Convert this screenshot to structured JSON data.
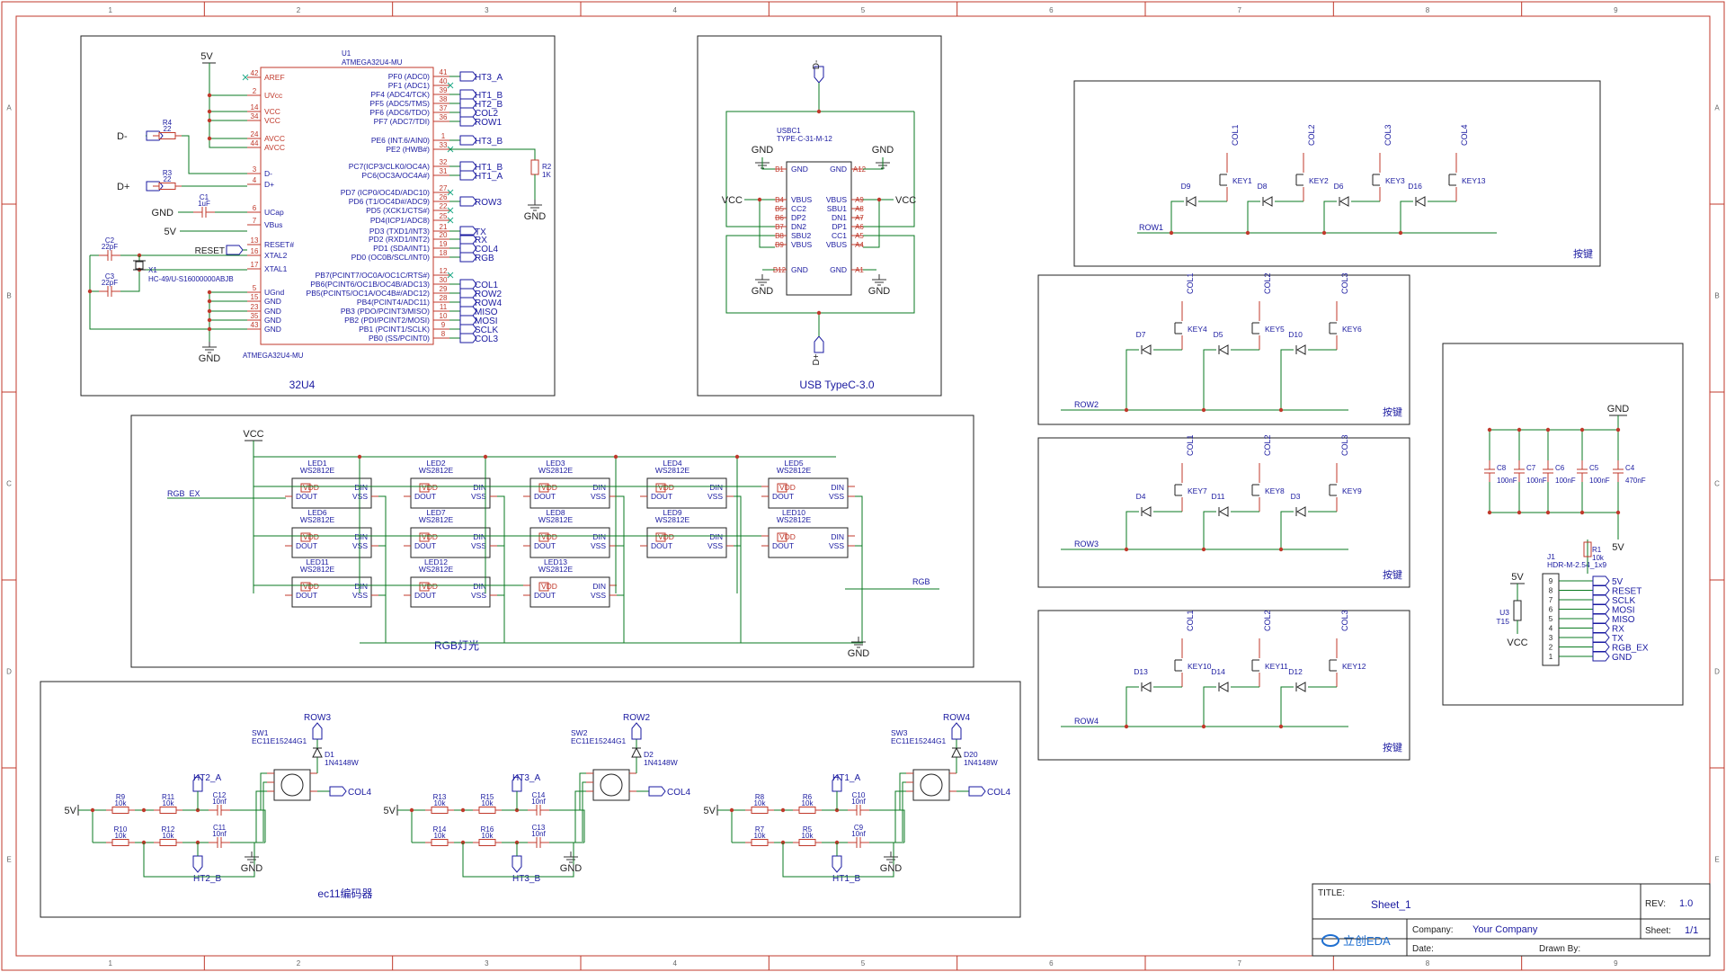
{
  "frame": {
    "cols": [
      "1",
      "2",
      "3",
      "4",
      "5",
      "6",
      "7",
      "8",
      "9"
    ],
    "rows": [
      "A",
      "B",
      "C",
      "D",
      "E"
    ]
  },
  "blocks": {
    "mcu": "32U4",
    "usb": "USB TypeC-3.0",
    "rgb": "RGB灯光",
    "enc": "ec11编码器",
    "keys": "按键"
  },
  "mcu": {
    "ref": "U1",
    "part": "ATMEGA32U4-MU",
    "left_pins": [
      {
        "num": "42",
        "name": "AREF"
      },
      {
        "num": "2",
        "name": "UVcc"
      },
      {
        "num": "14",
        "name": "VCC"
      },
      {
        "num": "34",
        "name": "VCC"
      },
      {
        "num": "24",
        "name": "AVCC"
      },
      {
        "num": "44",
        "name": "AVCC"
      },
      {
        "num": "3",
        "name": "D-"
      },
      {
        "num": "4",
        "name": "D+"
      },
      {
        "num": "6",
        "name": "UCap"
      },
      {
        "num": "7",
        "name": "VBus"
      },
      {
        "num": "13",
        "name": "RESET#"
      },
      {
        "num": "16",
        "name": "XTAL2"
      },
      {
        "num": "17",
        "name": "XTAL1"
      },
      {
        "num": "5",
        "name": "UGnd"
      },
      {
        "num": "15",
        "name": "GND"
      },
      {
        "num": "23",
        "name": "GND"
      },
      {
        "num": "35",
        "name": "GND"
      },
      {
        "num": "43",
        "name": "GND"
      }
    ],
    "right_pins": [
      {
        "num": "41",
        "name": "PF0 (ADC0)",
        "net": "HT3_A"
      },
      {
        "num": "40",
        "name": "PF1 (ADC1)",
        "net": ""
      },
      {
        "num": "39",
        "name": "PF4 (ADC4/TCK)",
        "net": "HT1_B"
      },
      {
        "num": "38",
        "name": "PF5 (ADC5/TMS)",
        "net": "HT2_B"
      },
      {
        "num": "37",
        "name": "PF6 (ADC6/TDO)",
        "net": "COL2"
      },
      {
        "num": "36",
        "name": "PF7 (ADC7/TDI)",
        "net": "ROW1"
      },
      {
        "num": "1",
        "name": "PE6 (INT.6/AIN0)",
        "net": "HT3_B"
      },
      {
        "num": "33",
        "name": "PE2 (HWB#)",
        "net": ""
      },
      {
        "num": "32",
        "name": "PC7(ICP3/CLK0/OC4A)",
        "net": "HT1_B"
      },
      {
        "num": "31",
        "name": "PC6(OC3A/OC4A#)",
        "net": "HT1_A"
      },
      {
        "num": "27",
        "name": "PD7 (ICP0/OC4D/ADC10)",
        "net": ""
      },
      {
        "num": "26",
        "name": "PD6 (T1/OC4D#/ADC9)",
        "net": "ROW3"
      },
      {
        "num": "22",
        "name": "PD5 (XCK1/CTS#)",
        "net": ""
      },
      {
        "num": "25",
        "name": "PD4(ICP1/ADC8)",
        "net": ""
      },
      {
        "num": "21",
        "name": "PD3 (TXD1/INT3)",
        "net": "TX"
      },
      {
        "num": "20",
        "name": "PD2 (RXD1/INT2)",
        "net": "RX"
      },
      {
        "num": "19",
        "name": "PD1 (SDA/INT1)",
        "net": "COL4"
      },
      {
        "num": "18",
        "name": "PD0 (OC0B/SCL/INT0)",
        "net": "RGB"
      },
      {
        "num": "12",
        "name": "PB7(PCINT7/OC0A/OC1C/RTS#)",
        "net": ""
      },
      {
        "num": "30",
        "name": "PB6(PCINT6/OC1B/OC4B/ADC13)",
        "net": "COL1"
      },
      {
        "num": "29",
        "name": "PB5(PCINT5/OC1A/OC4B#/ADC12)",
        "net": "ROW2"
      },
      {
        "num": "28",
        "name": "PB4(PCINT4/ADC11)",
        "net": "ROW4"
      },
      {
        "num": "11",
        "name": "PB3 (PDO/PCINT3/MISO)",
        "net": "MISO"
      },
      {
        "num": "10",
        "name": "PB2 (PDI/PCINT2/MOSI)",
        "net": "MOSI"
      },
      {
        "num": "9",
        "name": "PB1 (PCINT1/SCLK)",
        "net": "SCLK"
      },
      {
        "num": "8",
        "name": "PB0 (SS/PCINT0)",
        "net": "COL3"
      }
    ],
    "r4": {
      "ref": "R4",
      "val": "22"
    },
    "r3": {
      "ref": "R3",
      "val": "22"
    },
    "r2": {
      "ref": "R2",
      "val": "1K"
    },
    "c1": {
      "ref": "C1",
      "val": "1uF"
    },
    "c2": {
      "ref": "C2",
      "val": "22pF"
    },
    "c3": {
      "ref": "C3",
      "val": "22pF"
    },
    "x1": {
      "ref": "X1",
      "val": "HC-49/U-S16000000ABJB"
    },
    "net_5v": "5V",
    "net_gnd": "GND",
    "net_dm": "D-",
    "net_dp": "D+",
    "net_reset": "RESET"
  },
  "usb": {
    "ref": "USBC1",
    "part": "TYPE-C-31-M-12",
    "left_pins": [
      {
        "num": "B1",
        "name": "GND"
      },
      {
        "num": "B4",
        "name": "VBUS"
      },
      {
        "num": "B5",
        "name": "CC2"
      },
      {
        "num": "B6",
        "name": "DP2"
      },
      {
        "num": "B7",
        "name": "DN2"
      },
      {
        "num": "B8",
        "name": "SBU2"
      },
      {
        "num": "B9",
        "name": "VBUS"
      },
      {
        "num": "B12",
        "name": "GND"
      }
    ],
    "right_pins": [
      {
        "num": "A12",
        "name": "GND"
      },
      {
        "num": "A9",
        "name": "VBUS"
      },
      {
        "num": "A8",
        "name": "SBU1"
      },
      {
        "num": "A7",
        "name": "DN1"
      },
      {
        "num": "A6",
        "name": "DP1"
      },
      {
        "num": "A5",
        "name": "CC1"
      },
      {
        "num": "A4",
        "name": "VBUS"
      },
      {
        "num": "A1",
        "name": "GND"
      }
    ],
    "net_dm": "D-",
    "net_dp": "D+",
    "net_vcc": "VCC",
    "net_gnd": "GND"
  },
  "leds": {
    "part": "WS2812E",
    "net_vcc": "VCC",
    "net_in": "RGB_EX",
    "net_out": "RGB",
    "net_gnd": "GND",
    "pin_vdd": "VDD",
    "pin_dout": "DOUT",
    "pin_din": "DIN",
    "pin_vss": "VSS",
    "items": [
      {
        "ref": "LED1"
      },
      {
        "ref": "LED2"
      },
      {
        "ref": "LED3"
      },
      {
        "ref": "LED4"
      },
      {
        "ref": "LED5"
      },
      {
        "ref": "LED6"
      },
      {
        "ref": "LED7"
      },
      {
        "ref": "LED8"
      },
      {
        "ref": "LED9"
      },
      {
        "ref": "LED10"
      },
      {
        "ref": "LED11"
      },
      {
        "ref": "LED12"
      },
      {
        "ref": "LED13"
      }
    ]
  },
  "keys": {
    "rows": [
      {
        "net": "ROW1",
        "items": [
          {
            "key": "KEY1",
            "diode": "D9",
            "col": "COL1"
          },
          {
            "key": "KEY2",
            "diode": "D8",
            "col": "COL2"
          },
          {
            "key": "KEY3",
            "diode": "D6",
            "col": "COL3"
          },
          {
            "key": "KEY13",
            "diode": "D16",
            "col": "COL4"
          }
        ]
      },
      {
        "net": "ROW2",
        "items": [
          {
            "key": "KEY4",
            "diode": "D7",
            "col": "COL1"
          },
          {
            "key": "KEY5",
            "diode": "D5",
            "col": "COL2"
          },
          {
            "key": "KEY6",
            "diode": "D10",
            "col": "COL3"
          }
        ]
      },
      {
        "net": "ROW3",
        "items": [
          {
            "key": "KEY7",
            "diode": "D4",
            "col": "COL1"
          },
          {
            "key": "KEY8",
            "diode": "D11",
            "col": "COL2"
          },
          {
            "key": "KEY9",
            "diode": "D3",
            "col": "COL3"
          }
        ]
      },
      {
        "net": "ROW4",
        "items": [
          {
            "key": "KEY10",
            "diode": "D13",
            "col": "COL1"
          },
          {
            "key": "KEY11",
            "diode": "D14",
            "col": "COL2"
          },
          {
            "key": "KEY12",
            "diode": "D12",
            "col": "COL3"
          }
        ]
      }
    ]
  },
  "header": {
    "ref": "J1",
    "part": "HDR-M-2.54_1x9",
    "pins": [
      {
        "num": "9",
        "net": "5V"
      },
      {
        "num": "8",
        "net": "RESET"
      },
      {
        "num": "7",
        "net": "SCLK"
      },
      {
        "num": "6",
        "net": "MOSI"
      },
      {
        "num": "5",
        "net": "MISO"
      },
      {
        "num": "4",
        "net": "RX"
      },
      {
        "num": "3",
        "net": "TX"
      },
      {
        "num": "2",
        "net": "RGB_EX"
      },
      {
        "num": "1",
        "net": "GND"
      }
    ],
    "caps": [
      {
        "ref": "C8",
        "val": "100nF"
      },
      {
        "ref": "C7",
        "val": "100nF"
      },
      {
        "ref": "C6",
        "val": "100nF"
      },
      {
        "ref": "C5",
        "val": "100nF"
      },
      {
        "ref": "C4",
        "val": "470nF"
      }
    ],
    "r1": {
      "ref": "R1",
      "val": "10k"
    },
    "u3": {
      "ref": "U3",
      "val": "T15"
    },
    "net_gnd": "GND",
    "net_5v": "5V",
    "net_vcc": "VCC"
  },
  "encoders": [
    {
      "sw": "SW1",
      "part": "EC11E15244G1",
      "diode": "D1",
      "dpart": "1N4148W",
      "row": "ROW3",
      "col": "COL4",
      "ha": "HT2_A",
      "hb": "HT2_B",
      "r_top": [
        {
          "ref": "R9",
          "val": "10k"
        },
        {
          "ref": "R11",
          "val": "10k"
        }
      ],
      "r_bot": [
        {
          "ref": "R10",
          "val": "10k"
        },
        {
          "ref": "R12",
          "val": "10k"
        }
      ],
      "c_top": {
        "ref": "C12",
        "val": "10nf"
      },
      "c_bot": {
        "ref": "C11",
        "val": "10nf"
      }
    },
    {
      "sw": "SW2",
      "part": "EC11E15244G1",
      "diode": "D2",
      "dpart": "1N4148W",
      "row": "ROW2",
      "col": "COL4",
      "ha": "HT3_A",
      "hb": "HT3_B",
      "r_top": [
        {
          "ref": "R13",
          "val": "10k"
        },
        {
          "ref": "R15",
          "val": "10k"
        }
      ],
      "r_bot": [
        {
          "ref": "R14",
          "val": "10k"
        },
        {
          "ref": "R16",
          "val": "10k"
        }
      ],
      "c_top": {
        "ref": "C14",
        "val": "10nf"
      },
      "c_bot": {
        "ref": "C13",
        "val": "10nf"
      }
    },
    {
      "sw": "SW3",
      "part": "EC11E15244G1",
      "diode": "D20",
      "dpart": "1N4148W",
      "row": "ROW4",
      "col": "COL4",
      "ha": "HT1_A",
      "hb": "HT1_B",
      "r_top": [
        {
          "ref": "R8",
          "val": "10k"
        },
        {
          "ref": "R6",
          "val": "10k"
        }
      ],
      "r_bot": [
        {
          "ref": "R7",
          "val": "10k"
        },
        {
          "ref": "R5",
          "val": "10k"
        }
      ],
      "c_top": {
        "ref": "C10",
        "val": "10nf"
      },
      "c_bot": {
        "ref": "C9",
        "val": "10nf"
      }
    }
  ],
  "enc_common": {
    "net_5v": "5V",
    "net_gnd": "GND"
  },
  "title_block": {
    "title_label": "TITLE:",
    "title": "Sheet_1",
    "rev_label": "REV:",
    "rev": "1.0",
    "company_label": "Company:",
    "company": "Your Company",
    "sheet_label": "Sheet:",
    "sheet": "1/1",
    "date_label": "Date:",
    "date": "",
    "drawn_label": "Drawn By:",
    "drawn": "",
    "logo": "立创EDA"
  }
}
